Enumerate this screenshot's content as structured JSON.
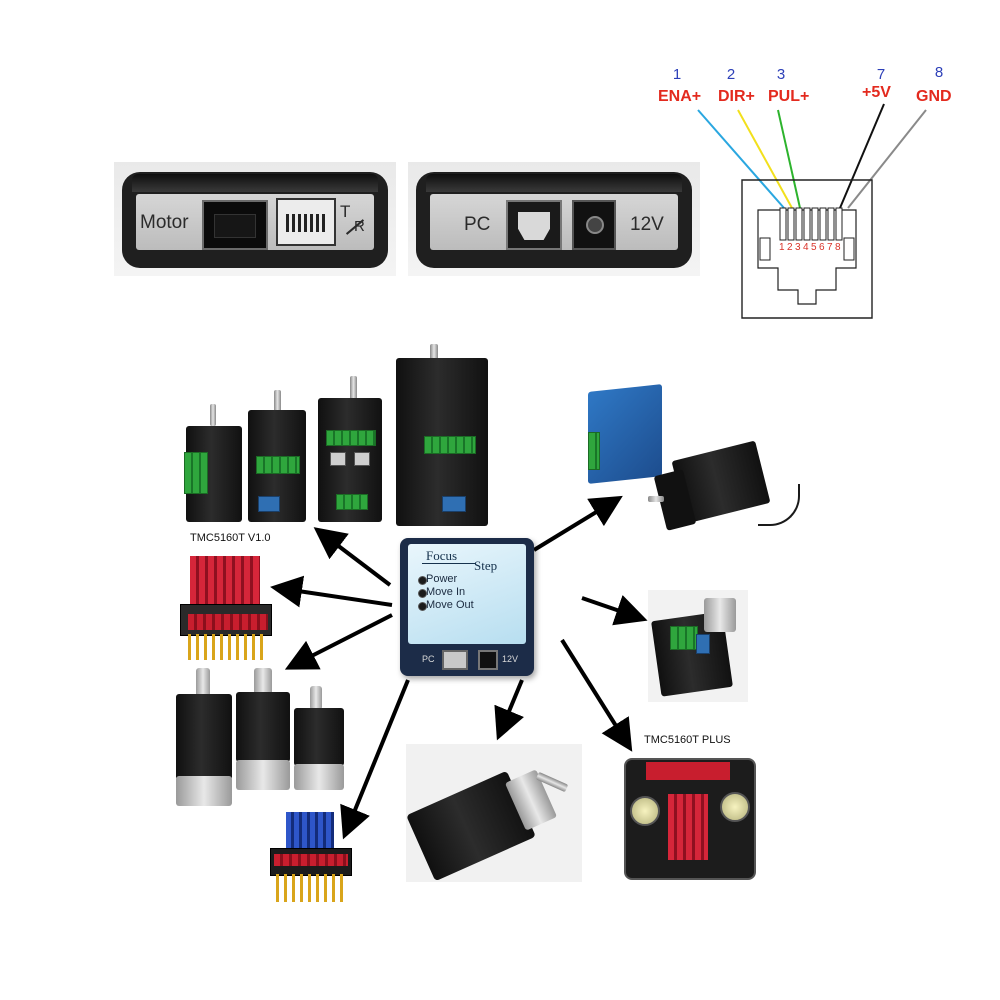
{
  "top_panels": {
    "left": {
      "motor_label": "Motor",
      "tr_top": "T",
      "tr_bottom": "R"
    },
    "right": {
      "pc_label": "PC",
      "power_label": "12V"
    }
  },
  "pinout": {
    "pins": [
      {
        "number": "1",
        "name": "ENA+",
        "wire_color": "#2aa7e0"
      },
      {
        "number": "2",
        "name": "DIR+",
        "wire_color": "#f2e01c"
      },
      {
        "number": "3",
        "name": "PUL+",
        "wire_color": "#2db32d"
      },
      {
        "number": "7",
        "name": "+5V",
        "wire_color": "#111111"
      },
      {
        "number": "8",
        "name": "GND",
        "wire_color": "#8a8a8a"
      }
    ],
    "connector_pin_numbers": [
      "1",
      "2",
      "3",
      "4",
      "5",
      "6",
      "7",
      "8"
    ]
  },
  "hub": {
    "title_left": "Focus",
    "title_right": "Step",
    "items": [
      "Power",
      "Move In",
      "Move Out"
    ],
    "port_pc": "PC",
    "port_power": "12V"
  },
  "captions": {
    "tmc_v1": "TMC5160T V1.0",
    "tmc_plus": "TMC5160T PLUS"
  },
  "colors": {
    "pin_number": "#2c3fb8",
    "pin_name": "#e32a1e",
    "arrow": "#000000",
    "hub_body": "#1c2c48",
    "hub_screen": "#c9e8f5"
  }
}
